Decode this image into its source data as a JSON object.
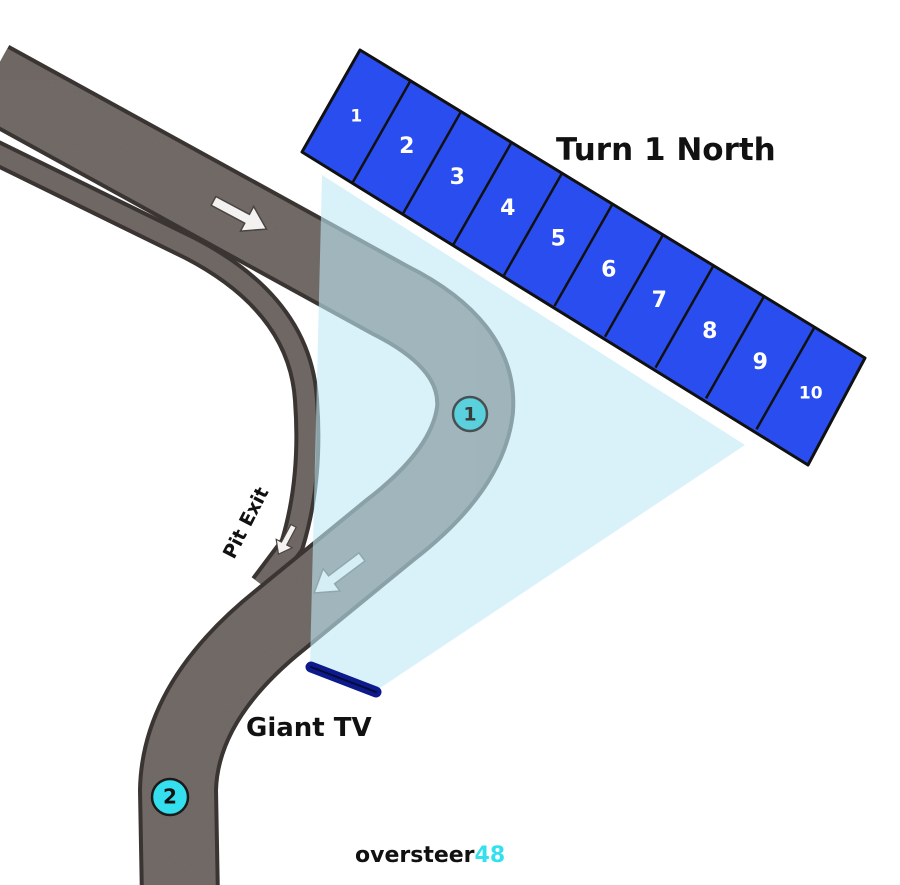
{
  "map": {
    "grandstand": {
      "name": "Turn 1 North",
      "sections": [
        "1",
        "2",
        "3",
        "4",
        "5",
        "6",
        "7",
        "8",
        "9",
        "10"
      ]
    },
    "labels": {
      "pit_exit": "Pit Exit",
      "giant_tv": "Giant TV"
    },
    "turns": [
      {
        "number": "1"
      },
      {
        "number": "2"
      }
    ],
    "brand": {
      "part1": "oversteer",
      "part2": "48"
    },
    "colors": {
      "track": "#6e6763",
      "track_edge": "#3a3532",
      "grandstand": "#2a4df0",
      "view_cone": "#bfeaf7",
      "turn_marker": "#35e0ee",
      "tv_screen": "#0d1a8c",
      "brand_accent": "#35e0ee"
    }
  }
}
